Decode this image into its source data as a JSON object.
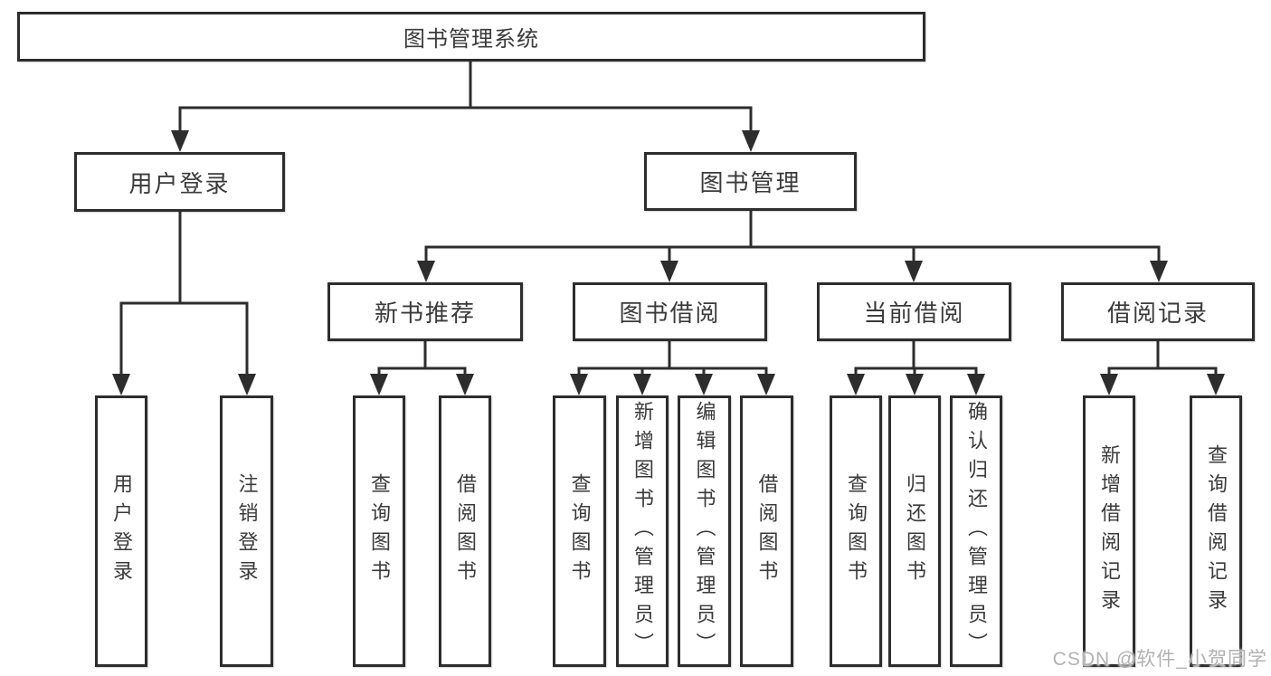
{
  "tree": {
    "root": {
      "label": "图书管理系统",
      "children": [
        {
          "label": "用户登录",
          "children": [
            {
              "label": "用户登录"
            },
            {
              "label": "注销登录"
            }
          ]
        },
        {
          "label": "图书管理",
          "children": [
            {
              "label": "新书推荐",
              "children": [
                {
                  "label": "查询图书"
                },
                {
                  "label": "借阅图书"
                }
              ]
            },
            {
              "label": "图书借阅",
              "children": [
                {
                  "label": "查询图书"
                },
                {
                  "label": "新增图书（管理员）"
                },
                {
                  "label": "编辑图书（管理员）"
                },
                {
                  "label": "借阅图书"
                }
              ]
            },
            {
              "label": "当前借阅",
              "children": [
                {
                  "label": "查询图书"
                },
                {
                  "label": "归还图书"
                },
                {
                  "label": "确认归还（管理员）"
                }
              ]
            },
            {
              "label": "借阅记录",
              "children": [
                {
                  "label": "新增借阅记录"
                },
                {
                  "label": "查询借阅记录"
                }
              ]
            }
          ]
        }
      ]
    }
  },
  "watermark": {
    "text": "CSDN @软件_小贺同学"
  },
  "colors": {
    "line": "#2d2d2d",
    "border": "#2d2d2d",
    "text": "#3a3a3a",
    "background": "#ffffff",
    "watermark": "#b2b2b2"
  }
}
